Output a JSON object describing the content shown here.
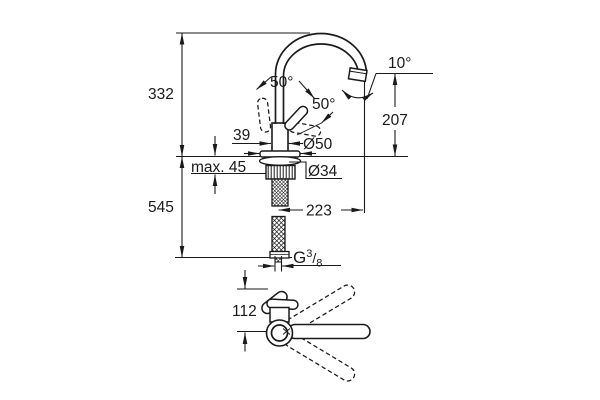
{
  "colors": {
    "background": "#ffffff",
    "line": "#1a1a1a"
  },
  "dims": {
    "total_height": "332",
    "below_deck": "545",
    "deck_thickness": "max. 45",
    "handle_width": "39",
    "base_dia": "Ø50",
    "hole_dia": "Ø34",
    "reach": "223",
    "outlet_height": "207",
    "outlet_angle": "10°",
    "lever_angle_lift": "50°",
    "lever_angle_side": "50°",
    "lever_depth": "112",
    "thread_g": "G",
    "thread_num": "3",
    "thread_slash": "/",
    "thread_den": "8"
  }
}
